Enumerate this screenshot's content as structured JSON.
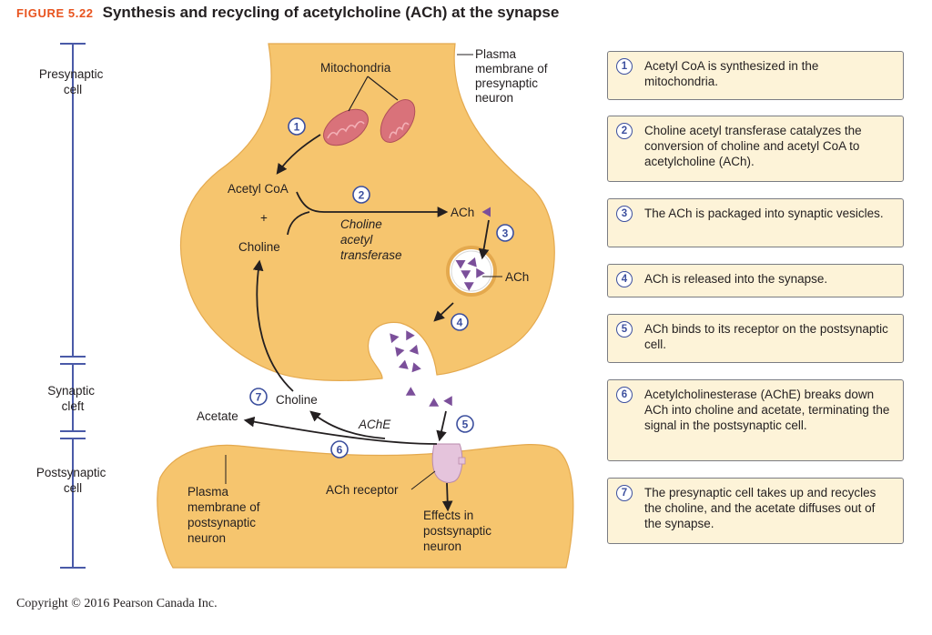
{
  "figure": {
    "label": "FIGURE 5.22",
    "title": "Synthesis and recycling of acetylcholine (ACh) at the synapse"
  },
  "regions": {
    "presynaptic": [
      "Presynaptic",
      "cell"
    ],
    "cleft": [
      "Synaptic",
      "cleft"
    ],
    "postsynaptic": [
      "Postsynaptic",
      "cell"
    ]
  },
  "labels": {
    "mitochondria": "Mitochondria",
    "plasma_pre": [
      "Plasma",
      "membrane of",
      "presynaptic",
      "neuron"
    ],
    "acetyl_coa": "Acetyl CoA",
    "plus": "+",
    "choline_top": "Choline",
    "enzyme": [
      "Choline",
      "acetyl",
      "transferase"
    ],
    "ach_product": "ACh",
    "ach_vesicle": "ACh",
    "acetate": "Acetate",
    "choline_cleft": "Choline",
    "ache": "AChE",
    "ach_receptor": "ACh receptor",
    "plasma_post": [
      "Plasma",
      "membrane of",
      "postsynaptic",
      "neuron"
    ],
    "effects": [
      "Effects in",
      "postsynaptic",
      "neuron"
    ]
  },
  "step_markers": [
    "1",
    "2",
    "3",
    "4",
    "5",
    "6",
    "7"
  ],
  "steps": [
    {
      "num": "1",
      "text": "Acetyl CoA is synthesized in the mitochondria."
    },
    {
      "num": "2",
      "text": "Choline acetyl transferase catalyzes the conversion of choline and acetyl CoA to acetylcholine (ACh)."
    },
    {
      "num": "3",
      "text": "The ACh is packaged into synaptic vesicles."
    },
    {
      "num": "4",
      "text": "ACh is released into the synapse."
    },
    {
      "num": "5",
      "text": "ACh binds to its receptor on the postsynaptic cell."
    },
    {
      "num": "6",
      "text": "Acetylcholinesterase (AChE) breaks down ACh into choline and acetate, terminating the signal in the postsynaptic cell."
    },
    {
      "num": "7",
      "text": "The presynaptic cell takes up and recycles the choline, and the acetate diffuses out of the synapse."
    }
  ],
  "colors": {
    "cell_fill": "#f6c56e",
    "step_box_fill": "#fdf3d8",
    "ach_molecule": "#7b4f9a",
    "mitochondria": "#d9727a",
    "marker_blue": "#3c4f9e",
    "title_orange": "#e8531e",
    "scale_bar": "#4a5aa8"
  },
  "copyright": "Copyright © 2016 Pearson Canada Inc."
}
